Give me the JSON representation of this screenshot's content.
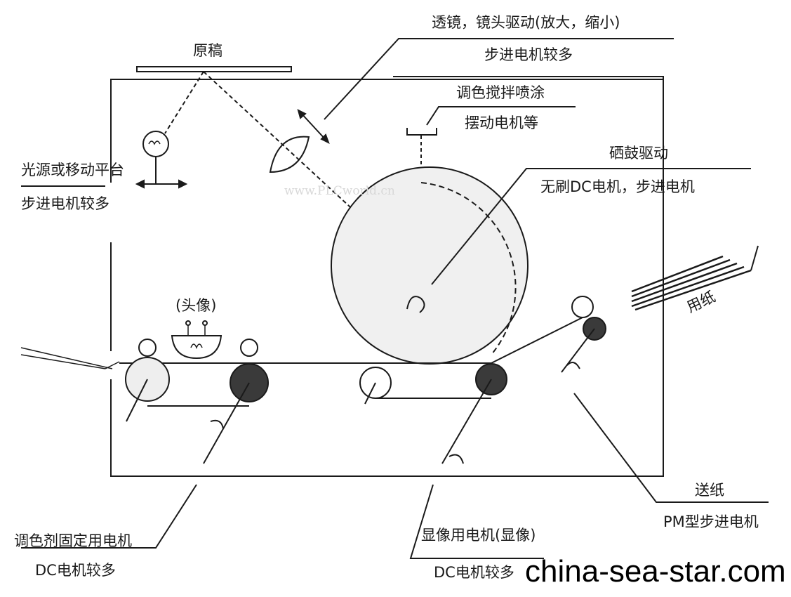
{
  "labels": {
    "original": "原稿",
    "lens_drive": "透镜，镜头驱动(放大，缩小)",
    "lens_motor": "步进电机较多",
    "toner_spray": "调色搅拌喷涂",
    "swing_motor": "摆动电机等",
    "drum_drive": "硒鼓驱动",
    "drum_motor": "无刷DC电机，步进电机",
    "light_source": "光源或移动平台",
    "light_motor": "步进电机较多",
    "head": "(头像)",
    "paper": "用纸",
    "paper_feed": "送纸",
    "paper_feed_motor": "PM型步进电机",
    "fixing_motor": "调色剂固定用电机",
    "fixing_motor_type": "DC电机较多",
    "develop_motor": "显像用电机(显像)",
    "develop_motor_type": "DC电机较多"
  },
  "watermarks": {
    "plcworld": "www.PLCworld.cn",
    "site": "china-sea-star.com"
  }
}
